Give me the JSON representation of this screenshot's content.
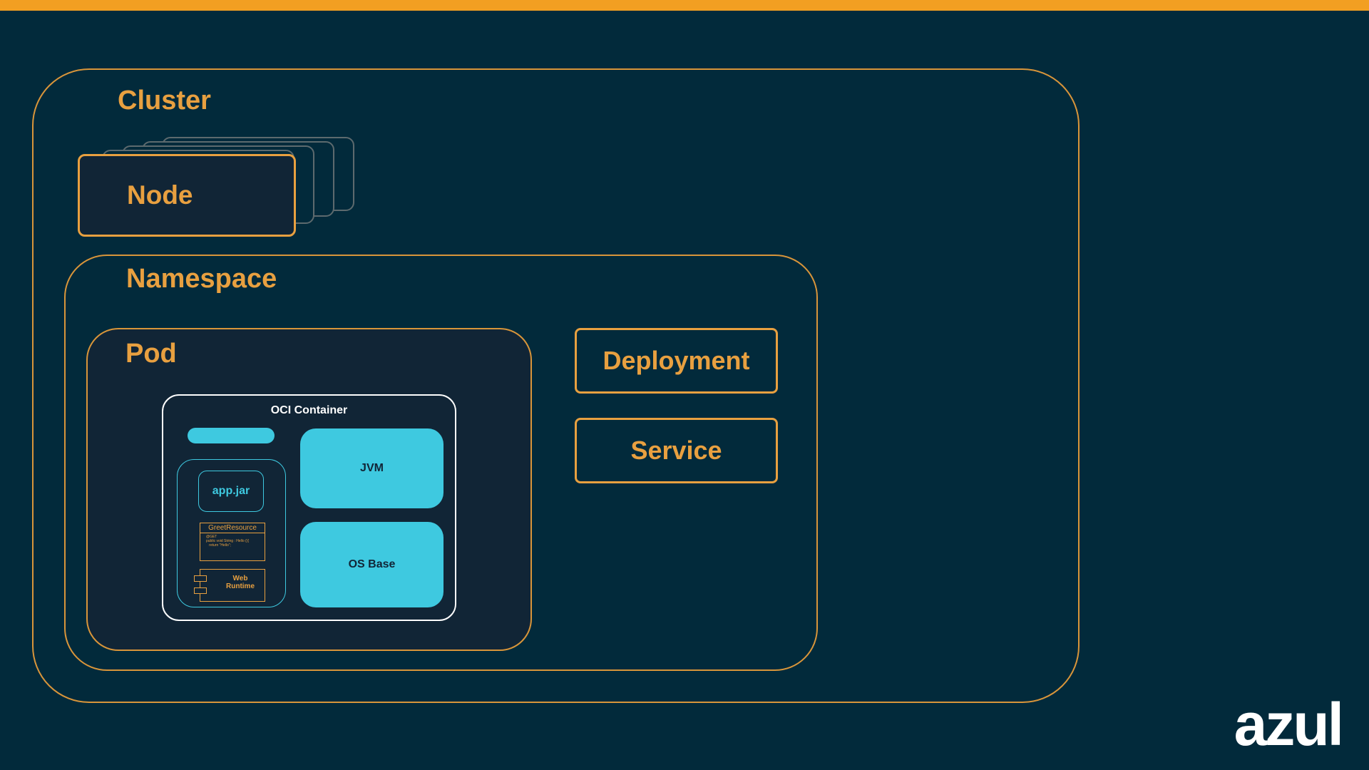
{
  "colors": {
    "background": "#022a3b",
    "accent_orange": "#f29f22",
    "label_orange": "#e8a040",
    "container_cyan": "#3ec9e0",
    "inner_dark": "#112536"
  },
  "cluster": {
    "label": "Cluster"
  },
  "node": {
    "label": "Node"
  },
  "namespace": {
    "label": "Namespace"
  },
  "pod": {
    "label": "Pod"
  },
  "deployment": {
    "label": "Deployment"
  },
  "service": {
    "label": "Service"
  },
  "oci": {
    "title": "OCI Container",
    "jvm_label": "JVM",
    "os_label": "OS Base",
    "app_jar_label": "app.jar",
    "greet_resource": {
      "title": "GreetResource",
      "code": "@GET\npublic void String : Hello (){\n   return \"Hello\";"
    },
    "web_runtime": {
      "line1": "Web",
      "line2": "Runtime"
    }
  },
  "logo": {
    "text": "azul"
  }
}
